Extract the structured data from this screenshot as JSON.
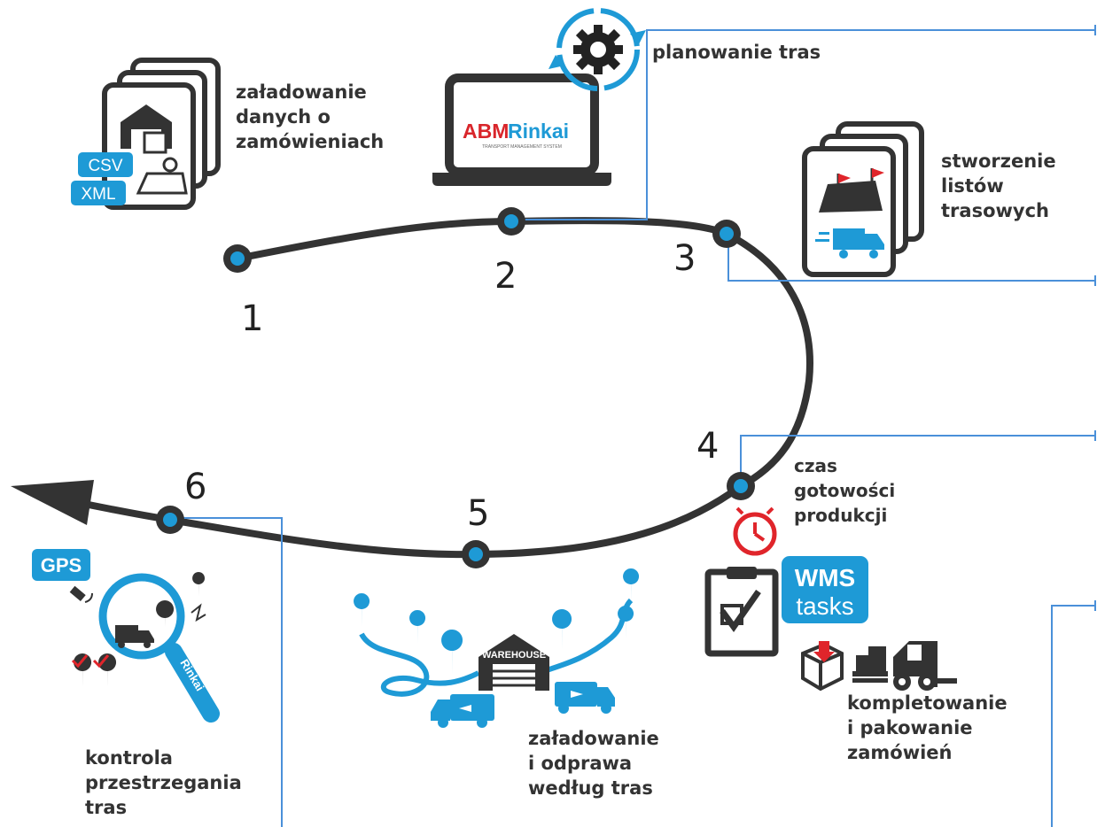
{
  "steps": [
    {
      "number": "1",
      "lines": [
        "załadowanie",
        "danych o",
        "zamówieniach"
      ]
    },
    {
      "number": "2",
      "lines": [
        "planowanie tras"
      ]
    },
    {
      "number": "3",
      "lines": [
        "stworzenie",
        "listów",
        "trasowych"
      ]
    },
    {
      "number": "4",
      "lines": [
        "czas",
        "gotowości",
        "produkcji"
      ]
    },
    {
      "number": "5",
      "lines": [
        "załadowanie",
        "i odprawa",
        "według tras"
      ]
    },
    {
      "number": "6",
      "lines": [
        "kontrola",
        "przestrzegania",
        "tras"
      ]
    },
    {
      "number": "",
      "lines": [
        "kompletowanie",
        "i pakowanie",
        "zamówień"
      ]
    }
  ],
  "badges": {
    "csv": "CSV",
    "xml": "XML",
    "gps": "GPS",
    "wms": "WMS",
    "wms_sub": "tasks",
    "warehouse": "WAREHOUSE",
    "rinkai": "Rinkai"
  },
  "logo": {
    "abm": "ABM",
    "rinkai": "Rinkai",
    "tagline": "TRANSPORT MANAGEMENT SYSTEM"
  },
  "colors": {
    "accent": "#1e9ad6",
    "path": "#333333",
    "text": "#333333",
    "logo_red": "#d9262b",
    "alarm_red": "#e0252b"
  }
}
